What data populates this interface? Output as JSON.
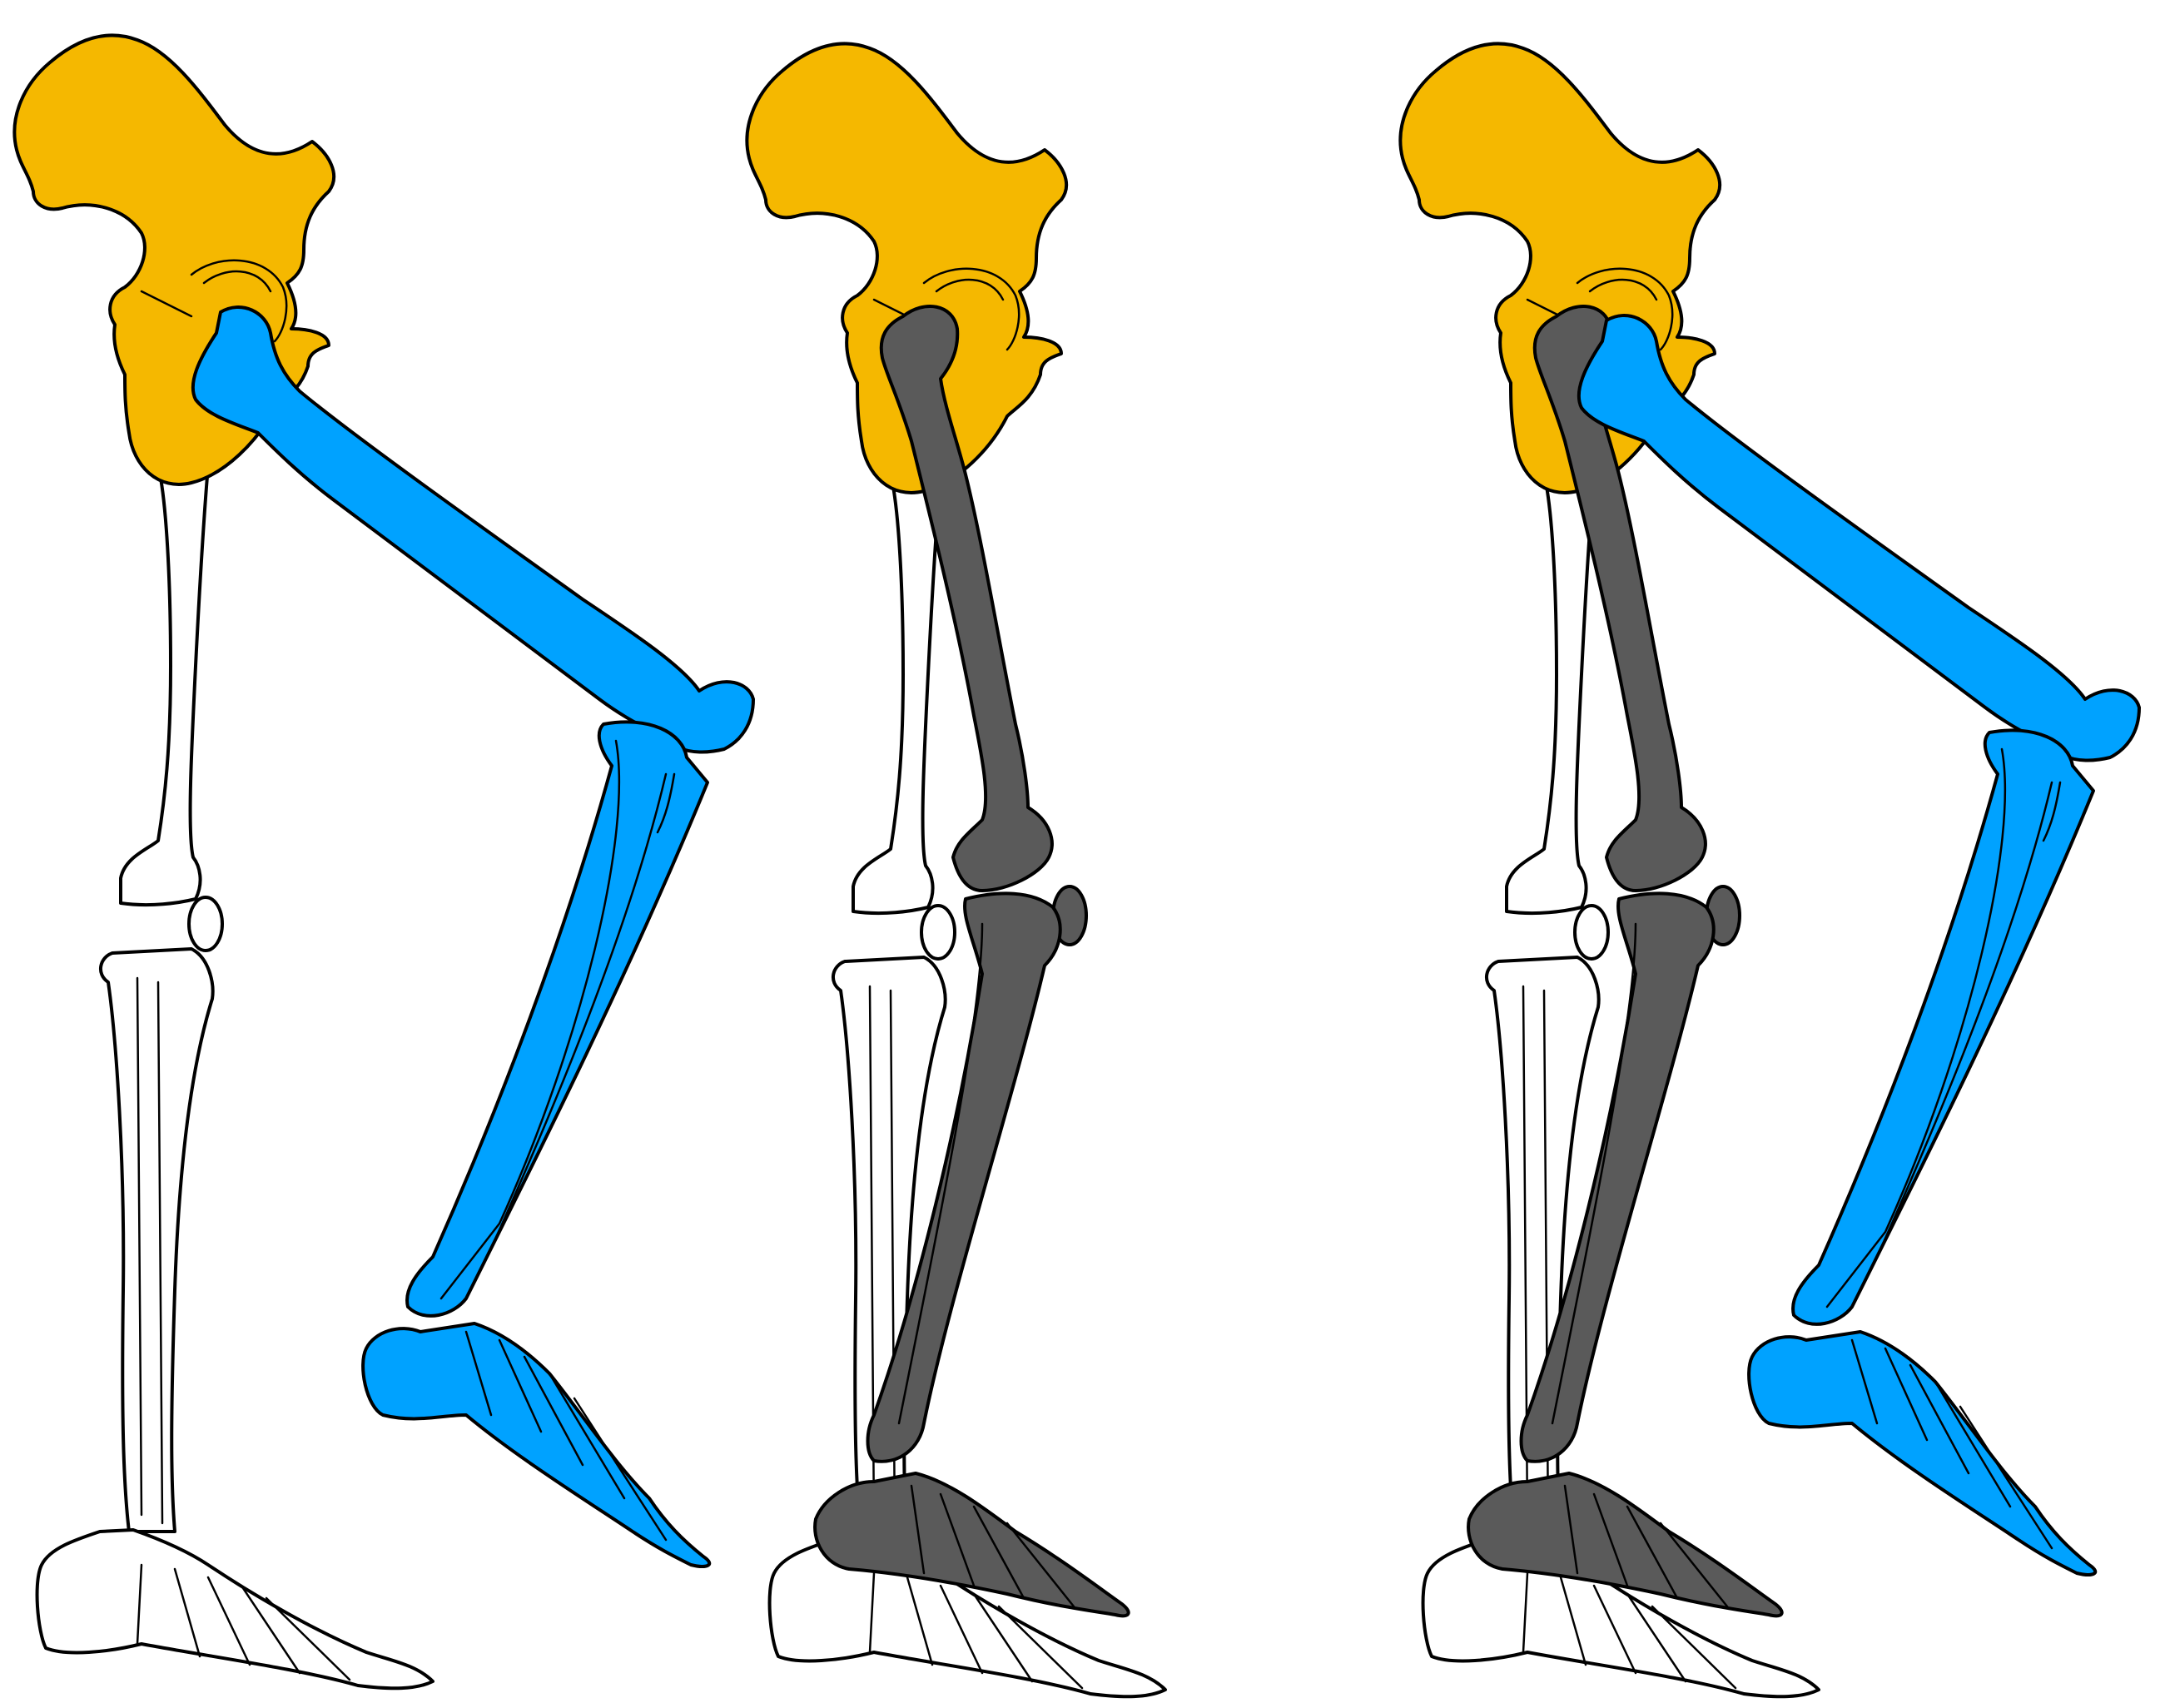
{
  "colors": {
    "pelvis": "#F5B800",
    "highlight_leg": "#00A2FF",
    "shadow_leg": "#5A5A5A",
    "standing_leg": "#FFFFFF",
    "outline": "#000000",
    "background": "#FFFFFF"
  },
  "panels": [
    {
      "id": "left",
      "highlight_leg": "blue",
      "shadow_leg": "none"
    },
    {
      "id": "middle",
      "highlight_leg": "none",
      "shadow_leg": "gray"
    },
    {
      "id": "right",
      "highlight_leg": "blue",
      "shadow_leg": "gray"
    }
  ]
}
